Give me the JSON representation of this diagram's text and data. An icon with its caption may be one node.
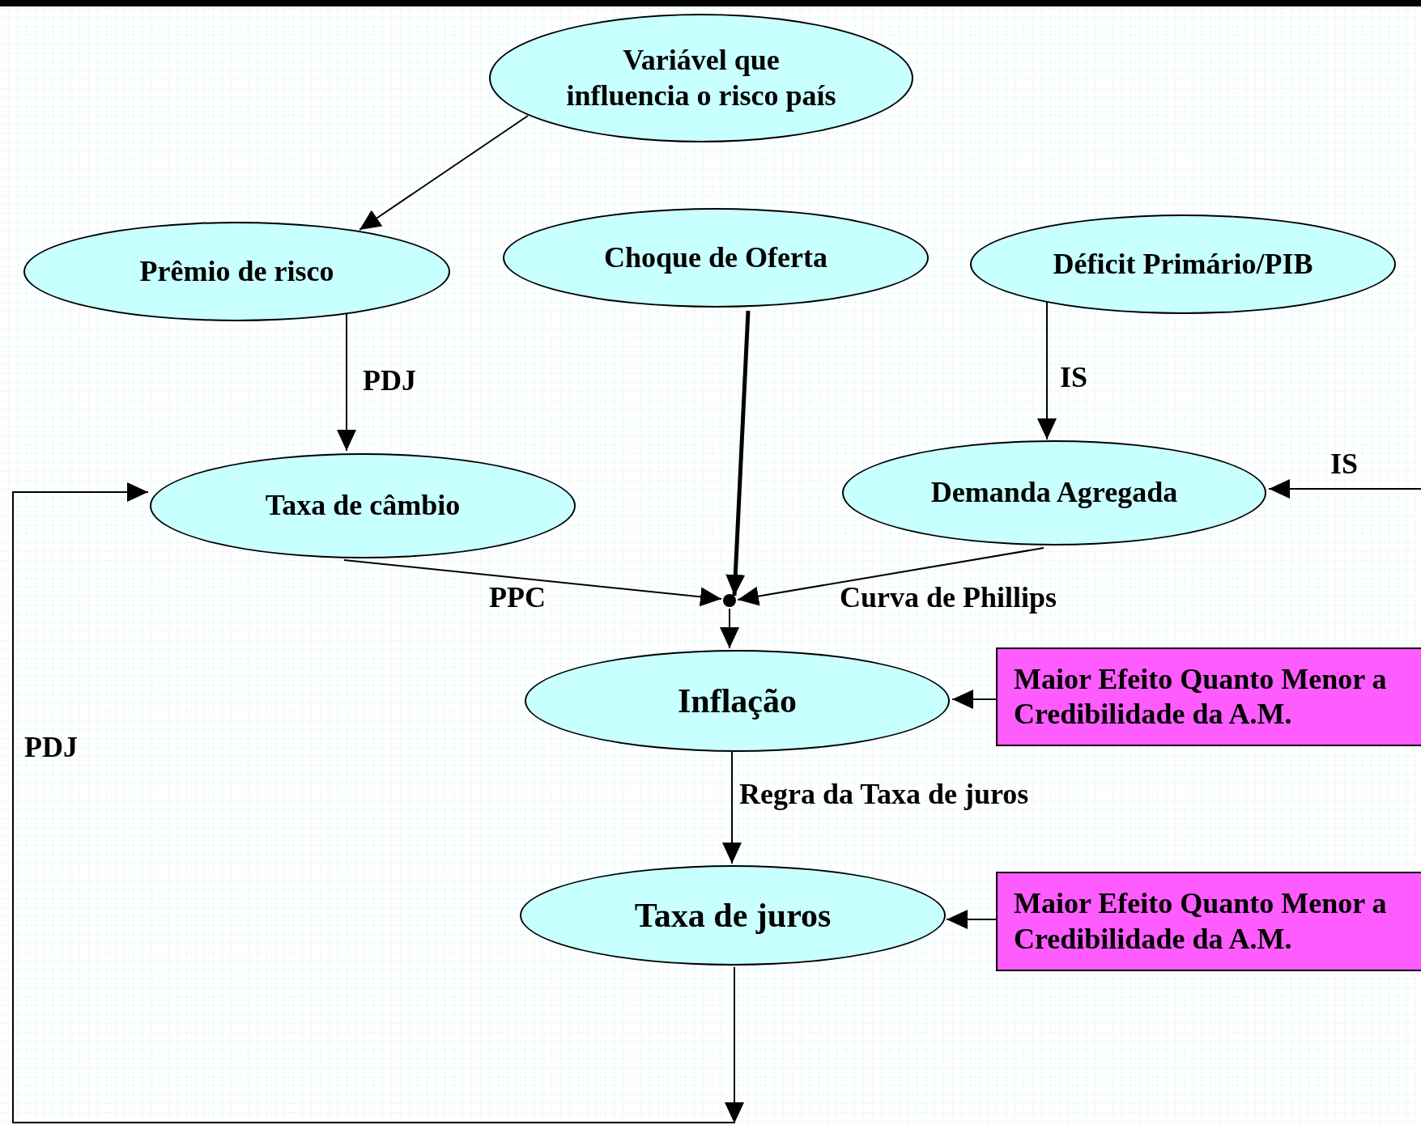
{
  "diagram": {
    "nodes": [
      {
        "text": [
          "Variável que influencia o risco país"
        ]
      },
      {
        "text": [
          "Prêmio de risco"
        ]
      },
      {
        "text": [
          "Choque de Oferta"
        ]
      },
      {
        "text": [
          "Déficit Primário/PIB"
        ]
      },
      {
        "text": [
          "Taxa de câmbio"
        ]
      },
      {
        "text": [
          "Demanda Agregada"
        ]
      },
      {
        "text": [],
        "shape": "circle"
      },
      {
        "text": [
          "Inflação"
        ]
      },
      {
        "text": [
          "Maior Efeito Quanto Menor a Credibilidade da A.M."
        ]
      },
      {
        "text": [
          "Taxa de juros"
        ]
      },
      {
        "text": [
          "Maior Efeito Quanto Menor a Credibilidade da A.M."
        ]
      }
    ],
    "edges": [
      {
        "from": 0,
        "to": 1,
        "arrow": "to"
      },
      {
        "from": 1,
        "to": 4,
        "arrow": "to",
        "label": "PDJ"
      },
      {
        "from": 2,
        "to": 6,
        "arrow": "to",
        "style": "thick"
      },
      {
        "from": 3,
        "to": 5,
        "arrow": "to",
        "label": "IS"
      },
      {
        "from": null,
        "to": 5,
        "arrow": "to",
        "label": "IS"
      },
      {
        "from": 4,
        "to": 6,
        "arrow": "to",
        "label": "PPC"
      },
      {
        "from": 5,
        "to": 6,
        "arrow": "to",
        "label": "Curva de Phillips"
      },
      {
        "from": 6,
        "to": 7,
        "arrow": "to"
      },
      {
        "from": 8,
        "to": 7,
        "arrow": "to"
      },
      {
        "from": 7,
        "to": 9,
        "arrow": "to",
        "label": "Regra da Taxa de juros"
      },
      {
        "from": 10,
        "to": 9,
        "arrow": "to"
      },
      {
        "from": 9,
        "to": null,
        "arrow": "to"
      },
      {
        "from": null,
        "to": 4,
        "arrow": "to",
        "label": "PDJ"
      }
    ]
  }
}
